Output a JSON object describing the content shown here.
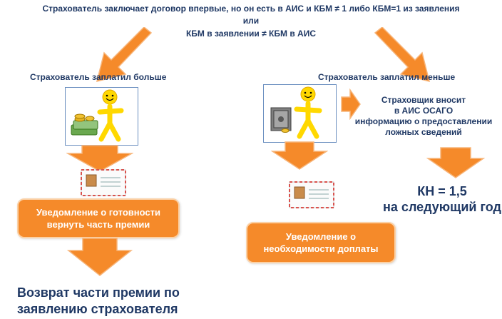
{
  "header": {
    "line1": "Страхователь заключает договор впервые, но он есть в АИС и КБМ ≠ 1 либо КБМ=1 из заявления",
    "line2": "или",
    "line3": "КБМ в заявлении ≠ КБМ в АИС"
  },
  "left": {
    "label": "Страхователь заплатил больше",
    "notice": [
      "Уведомление о готовности",
      "вернуть часть премии"
    ],
    "result": [
      "Возврат части премии по",
      "заявлению страхователя"
    ]
  },
  "right": {
    "label": "Страхователь заплатил меньше",
    "insurer_note": [
      "Страховщик вносит",
      "в АИС ОСАГО",
      "информацию о предоставлении",
      "ложных сведений"
    ],
    "notice": [
      "Уведомление о",
      "необходимости доплаты"
    ],
    "kn_line1": "КН = 1,5",
    "kn_line2": "на следующий год"
  },
  "colors": {
    "orange": "#f58a2a",
    "navy": "#1f3864",
    "panel_border": "#6b8fc0",
    "smiley_yellow": "#ffd800"
  }
}
